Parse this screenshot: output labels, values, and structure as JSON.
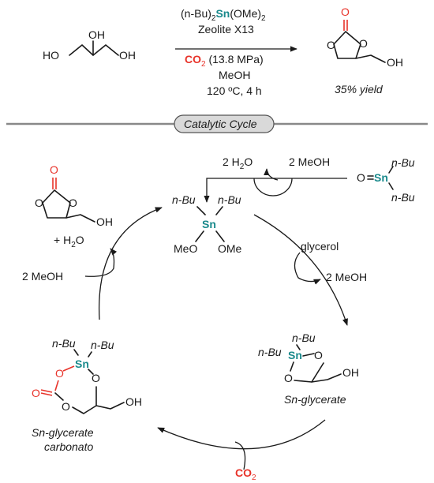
{
  "colors": {
    "red": "#e8332a",
    "teal": "#1a8a8c",
    "divider": "#888888",
    "pill_fill": "#d9d9d9",
    "ink": "#1a1a1a"
  },
  "top": {
    "reagent1_prefix": "(n-Bu)",
    "reagent1_sn": "Sn",
    "reagent1_suffix": "(OMe)",
    "reagent2": "Zeolite X13",
    "reagent3_co2": "CO",
    "reagent3_rest": " (13.8 MPa)",
    "solvent": "MeOH",
    "conditions": "120 ºC, 4 h",
    "yield": "35% yield"
  },
  "cycle_title": "Catalytic Cycle",
  "cycle": {
    "h2o": "2 H",
    "h2o_tail": "O",
    "meoh_in": "2 MeOH",
    "tin_oxide_bu_top": "n-Bu",
    "tin_oxide_bu_bottom": "n-Bu",
    "catalyst_bu_left": "n-Bu",
    "catalyst_bu_right": "n-Bu",
    "catalyst_meo": "MeO",
    "catalyst_ome": "OMe",
    "glycerol": "glycerol",
    "meoh_out": "2 MeOH",
    "plus_h2o": "+ H",
    "plus_h2o_tail": "O",
    "meoh_left": "2 MeOH",
    "glycerate_label": "Sn-glycerate",
    "carbonato_label1": "Sn-glycerate",
    "carbonato_label2": "carbonato",
    "co2": "CO"
  },
  "atoms": {
    "O": "O",
    "OH": "OH",
    "HO": "HO",
    "Sn": "Sn",
    "two": "2"
  }
}
